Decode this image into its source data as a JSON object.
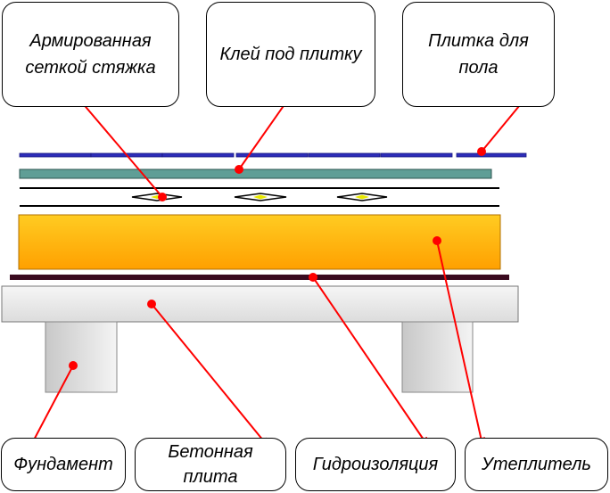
{
  "labels": {
    "screed": "Армированная\nсеткой стяжка",
    "tile_glue": "Клей под плитку",
    "floor_tile": "Плитка для\nпола",
    "foundation": "Фундамент",
    "concrete_slab": "Бетонная\nплита",
    "waterproofing": "Гидроизоляция",
    "insulation": "Утеплитель"
  },
  "colors": {
    "tile": "#2d2db8",
    "glue": "#5f9e96",
    "insulation_top": "#ffcc22",
    "insulation_bottom": "#ffa500",
    "waterproofing": "#3a0a1f",
    "slab": "#e8e8e8",
    "pillar": "#d8d8d8",
    "arrow": "#ff0000",
    "mesh_marker": "#e8e800"
  }
}
